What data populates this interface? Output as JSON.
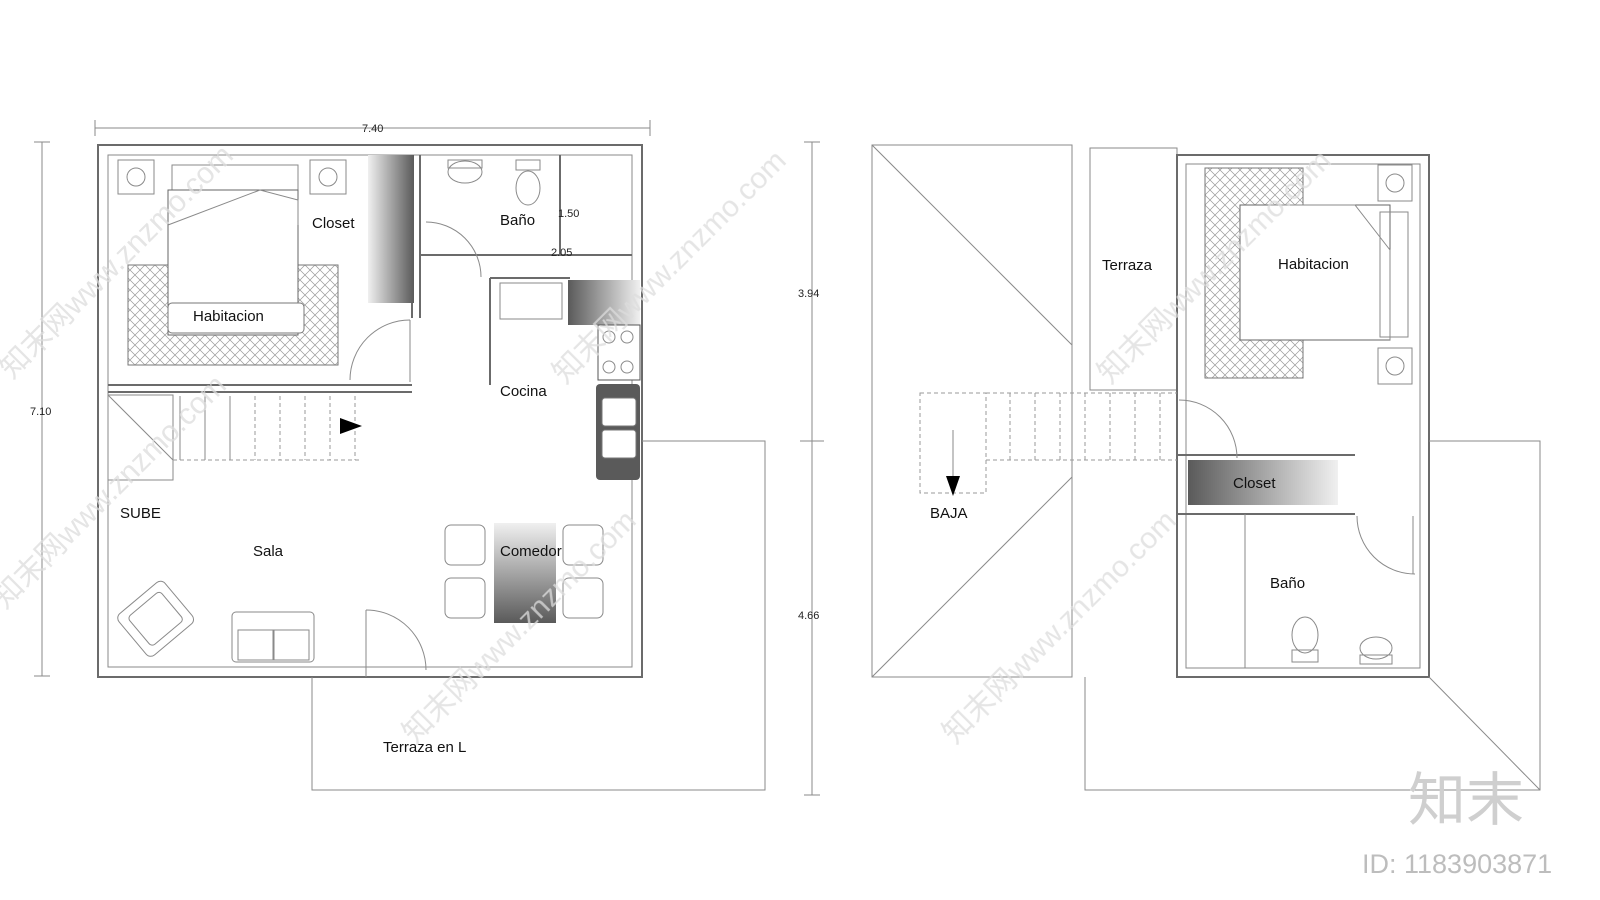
{
  "ground_floor": {
    "rooms": {
      "closet": "Closet",
      "bano": "Baño",
      "habitacion": "Habitacion",
      "cocina": "Cocina",
      "sube": "SUBE",
      "sala": "Sala",
      "comedor": "Comedor",
      "terraza_l": "Terraza en L"
    },
    "dimensions": {
      "width": "7.40",
      "height": "7.10",
      "bano_depth": "1.50",
      "bano_width": "2.05"
    }
  },
  "upper_floor": {
    "rooms": {
      "terraza": "Terraza",
      "habitacion": "Habitacion",
      "closet": "Closet",
      "baja": "BAJA",
      "bano": "Baño"
    },
    "dimensions": {
      "upper": "3.94",
      "lower": "4.66"
    }
  },
  "watermark": {
    "text": "知末网www.znzmo.com",
    "brand": "知末",
    "id": "ID: 1183903871"
  },
  "colors": {
    "wall": "#6b6b6b",
    "gradient_dark": "#5a5a5a",
    "gradient_light": "#f0f0f0"
  }
}
